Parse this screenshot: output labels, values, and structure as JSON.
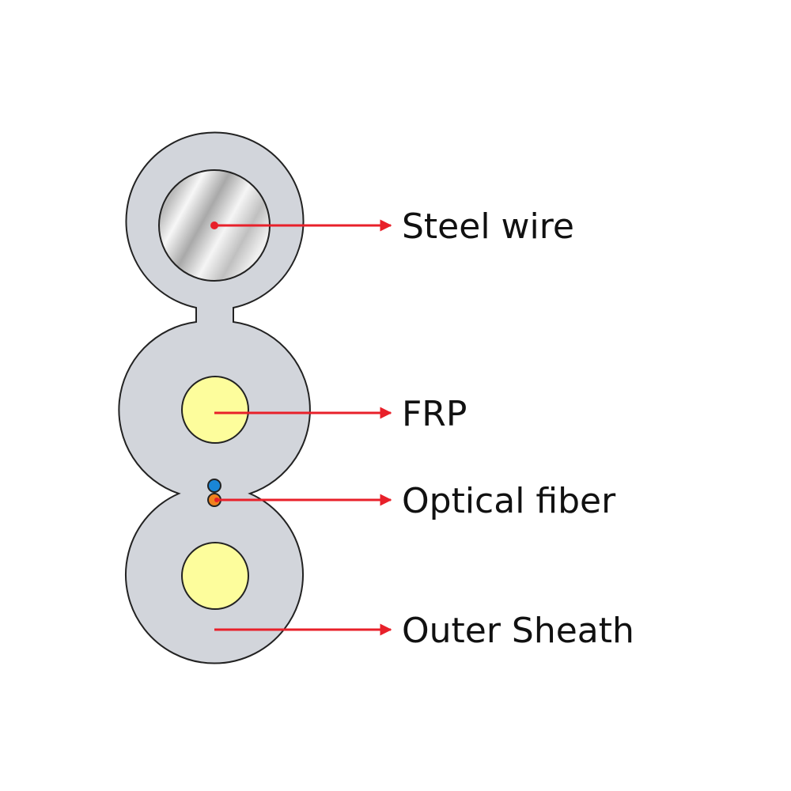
{
  "diagram": {
    "title": "Self-supporting butterfly drop cable cross-section",
    "colors": {
      "sheath": "#d2d5db",
      "outline": "#222222",
      "frp": "#fdfd9c",
      "fiber_1": "#1a86d6",
      "fiber_2": "#f0821e",
      "leader": "#e8202a",
      "text": "#111111"
    },
    "components": [
      {
        "id": "steel-wire",
        "label": "Steel wire"
      },
      {
        "id": "frp",
        "label": "FRP"
      },
      {
        "id": "optical-fiber",
        "label": "Optical fiber"
      },
      {
        "id": "outer-sheath",
        "label": "Outer Sheath"
      }
    ]
  }
}
